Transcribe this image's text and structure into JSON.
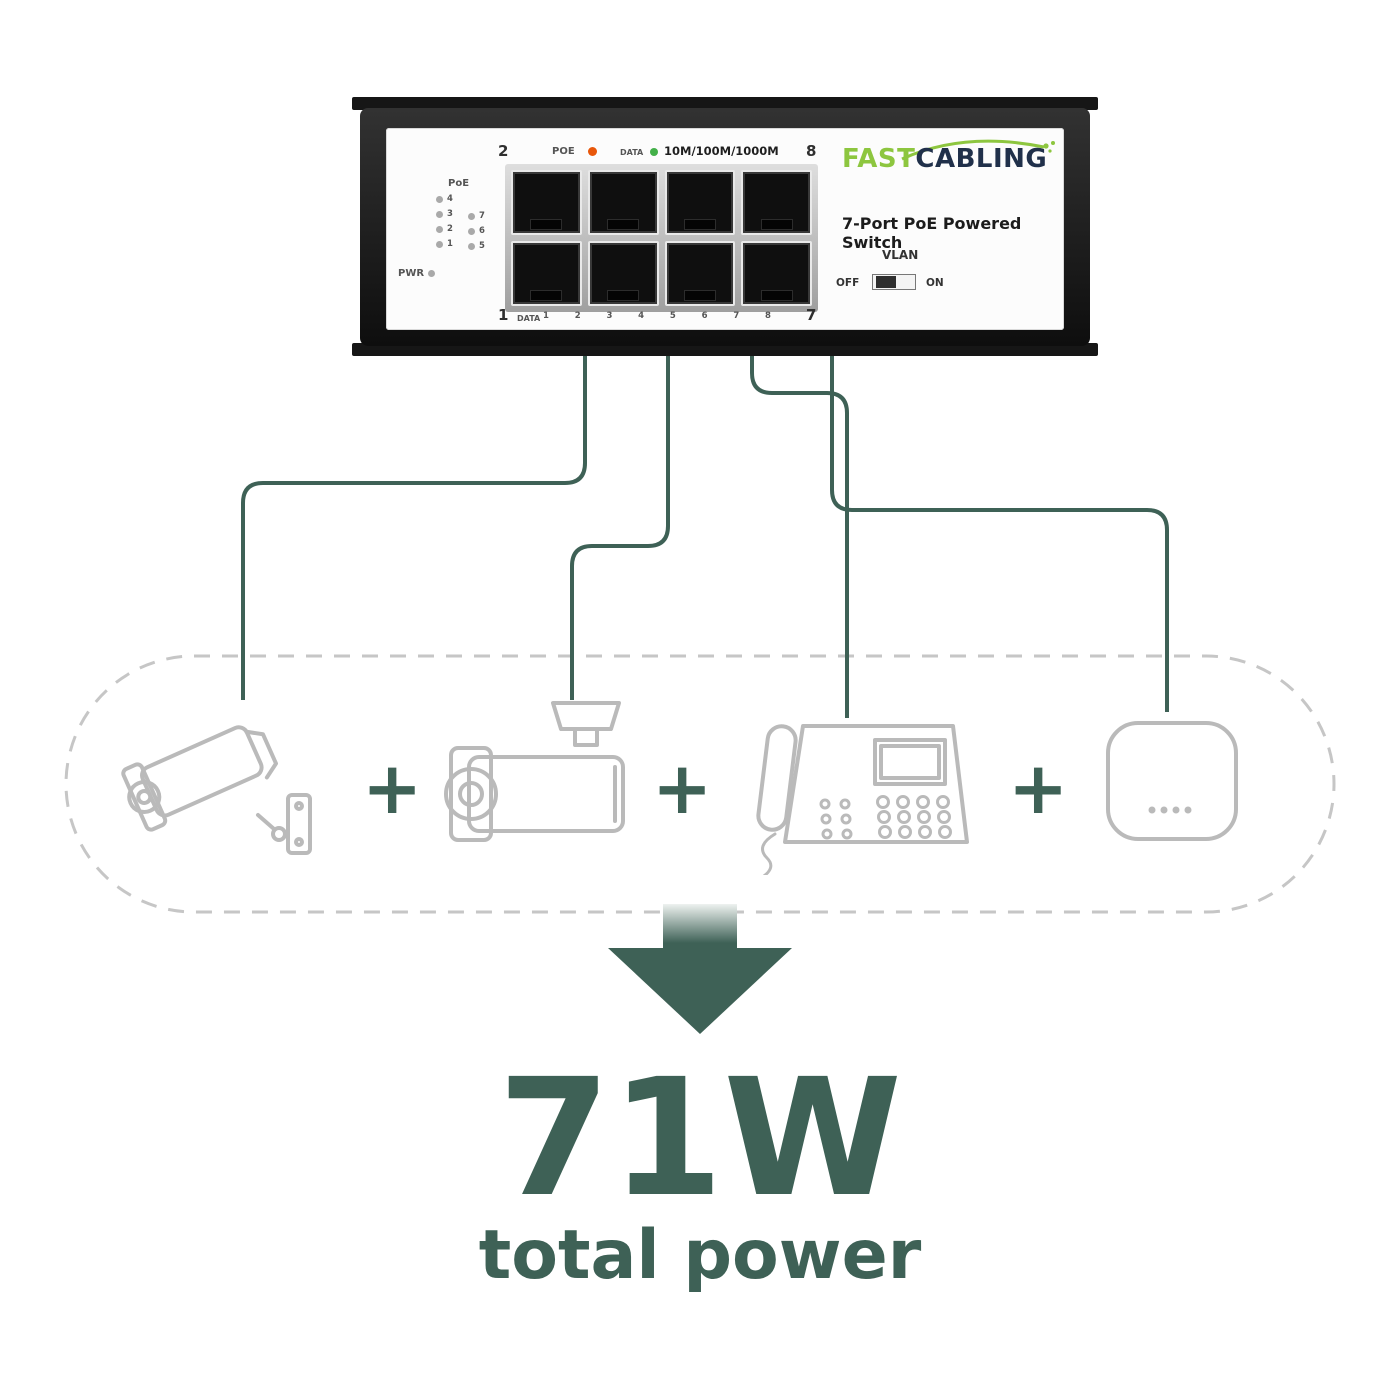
{
  "colors": {
    "accent_teal": "#3E6156",
    "led_orange": "#E8570A",
    "led_green": "#43B049",
    "logo_green": "#8DC63F",
    "logo_dark": "#20304A",
    "device_line_gray": "#BABABA"
  },
  "switch": {
    "brand": {
      "part1": "FAST",
      "part2": "CABLING"
    },
    "product_name": "7-Port PoE Powered Switch",
    "top_labels": {
      "port_top_left": "2",
      "poe": "POE",
      "data": "DATA",
      "speed": "10M/100M/1000M",
      "port_top_right": "8"
    },
    "led_panel": {
      "poe_label": "PoE",
      "pwr_label": "PWR",
      "left_column": [
        "4",
        "3",
        "2",
        "1"
      ],
      "right_column": [
        "7",
        "6",
        "5"
      ]
    },
    "bottom_labels": {
      "port_bottom_left": "1",
      "data": "DATA",
      "port_numbers": [
        "1",
        "2",
        "3",
        "4",
        "5",
        "6",
        "7",
        "8"
      ],
      "port_bottom_right": "7"
    },
    "vlan": {
      "label": "VLAN",
      "off": "OFF",
      "on": "ON"
    }
  },
  "devices": {
    "plus": "+",
    "items": [
      {
        "name": "bullet-camera"
      },
      {
        "name": "bullet-camera"
      },
      {
        "name": "ip-desk-phone"
      },
      {
        "name": "wireless-access-point"
      }
    ]
  },
  "power": {
    "value": "71W",
    "caption": "total power"
  }
}
